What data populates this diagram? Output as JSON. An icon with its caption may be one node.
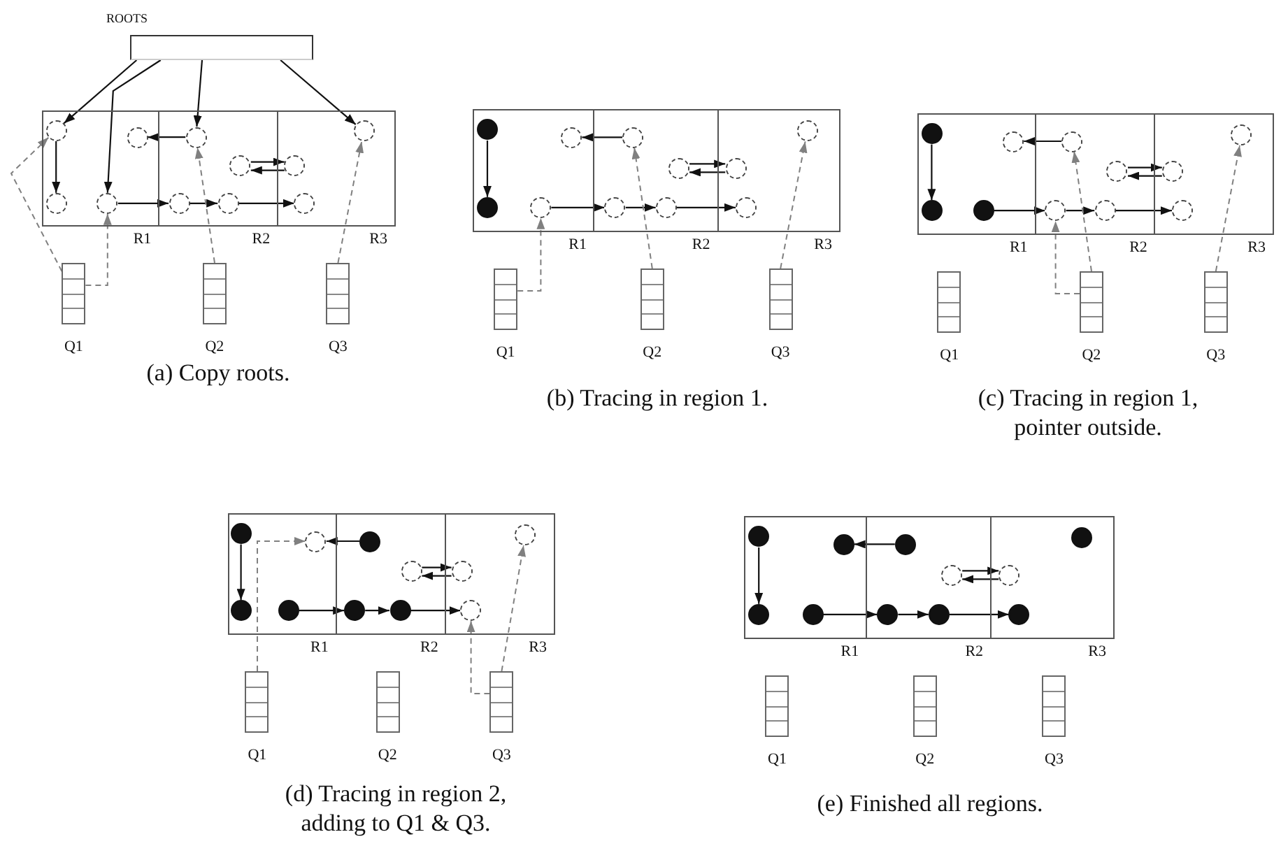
{
  "diagram": {
    "nodes": [
      {
        "text": [
          "ROOTS"
        ]
      },
      {
        "text": [
          "R1"
        ]
      },
      {
        "text": [
          "R2"
        ]
      },
      {
        "text": [
          "R3"
        ]
      },
      {
        "text": [],
        "shape": "circle",
        "in": 1
      },
      {
        "text": [],
        "shape": "circle",
        "in": 1
      },
      {
        "text": [],
        "shape": "circle",
        "in": 2
      },
      {
        "text": [],
        "shape": "circle",
        "in": 3
      },
      {
        "text": [],
        "shape": "circle",
        "in": 2
      },
      {
        "text": [],
        "shape": "circle",
        "in": 3
      },
      {
        "text": [],
        "shape": "circle",
        "in": 1
      },
      {
        "text": [],
        "shape": "circle",
        "in": 1
      },
      {
        "text": [],
        "shape": "circle",
        "in": 2
      },
      {
        "text": [],
        "shape": "circle",
        "in": 2
      },
      {
        "text": [],
        "shape": "circle",
        "in": 3
      },
      {
        "text": [
          "Q1"
        ]
      },
      {
        "text": [
          "Q2"
        ]
      },
      {
        "text": [
          "Q3"
        ]
      },
      {
        "text": [
          "R1"
        ]
      },
      {
        "text": [
          "R2"
        ]
      },
      {
        "text": [
          "R3"
        ]
      },
      {
        "text": [],
        "shape": "dot",
        "in": 18
      },
      {
        "text": [],
        "shape": "circle",
        "in": 18
      },
      {
        "text": [],
        "shape": "circle",
        "in": 19
      },
      {
        "text": [],
        "shape": "circle",
        "in": 20
      },
      {
        "text": [],
        "shape": "circle",
        "in": 19
      },
      {
        "text": [],
        "shape": "circle",
        "in": 20
      },
      {
        "text": [],
        "shape": "dot",
        "in": 18
      },
      {
        "text": [],
        "shape": "circle",
        "in": 18
      },
      {
        "text": [],
        "shape": "circle",
        "in": 19
      },
      {
        "text": [],
        "shape": "circle",
        "in": 19
      },
      {
        "text": [],
        "shape": "circle",
        "in": 20
      },
      {
        "text": [
          "Q1"
        ]
      },
      {
        "text": [
          "Q2"
        ]
      },
      {
        "text": [
          "Q3"
        ]
      },
      {
        "text": [
          "R1"
        ]
      },
      {
        "text": [
          "R2"
        ]
      },
      {
        "text": [
          "R3"
        ]
      },
      {
        "text": [],
        "shape": "dot",
        "in": 35
      },
      {
        "text": [],
        "shape": "circle",
        "in": 35
      },
      {
        "text": [],
        "shape": "circle",
        "in": 36
      },
      {
        "text": [],
        "shape": "circle",
        "in": 37
      },
      {
        "text": [],
        "shape": "circle",
        "in": 36
      },
      {
        "text": [],
        "shape": "circle",
        "in": 37
      },
      {
        "text": [],
        "shape": "dot",
        "in": 35
      },
      {
        "text": [],
        "shape": "dot",
        "in": 35
      },
      {
        "text": [],
        "shape": "circle",
        "in": 36
      },
      {
        "text": [],
        "shape": "circle",
        "in": 36
      },
      {
        "text": [],
        "shape": "circle",
        "in": 37
      },
      {
        "text": [
          "Q1"
        ]
      },
      {
        "text": [
          "Q2"
        ]
      },
      {
        "text": [
          "Q3"
        ]
      },
      {
        "text": [
          "R1"
        ]
      },
      {
        "text": [
          "R2"
        ]
      },
      {
        "text": [
          "R3"
        ]
      },
      {
        "text": [],
        "shape": "dot",
        "in": 52
      },
      {
        "text": [],
        "shape": "circle",
        "in": 52
      },
      {
        "text": [],
        "shape": "dot",
        "in": 53
      },
      {
        "text": [],
        "shape": "circle",
        "in": 54
      },
      {
        "text": [],
        "shape": "circle",
        "in": 53
      },
      {
        "text": [],
        "shape": "circle",
        "in": 54
      },
      {
        "text": [],
        "shape": "dot",
        "in": 52
      },
      {
        "text": [],
        "shape": "dot",
        "in": 52
      },
      {
        "text": [],
        "shape": "dot",
        "in": 53
      },
      {
        "text": [],
        "shape": "dot",
        "in": 53
      },
      {
        "text": [],
        "shape": "circle",
        "in": 54
      },
      {
        "text": [
          "Q1"
        ]
      },
      {
        "text": [
          "Q2"
        ]
      },
      {
        "text": [
          "Q3"
        ]
      },
      {
        "text": [
          "R1"
        ]
      },
      {
        "text": [
          "R2"
        ]
      },
      {
        "text": [
          "R3"
        ]
      },
      {
        "text": [],
        "shape": "dot",
        "in": 69
      },
      {
        "text": [],
        "shape": "dot",
        "in": 69
      },
      {
        "text": [],
        "shape": "dot",
        "in": 70
      },
      {
        "text": [],
        "shape": "dot",
        "in": 71
      },
      {
        "text": [],
        "shape": "circle",
        "in": 70
      },
      {
        "text": [],
        "shape": "circle",
        "in": 71
      },
      {
        "text": [],
        "shape": "dot",
        "in": 69
      },
      {
        "text": [],
        "shape": "dot",
        "in": 69
      },
      {
        "text": [],
        "shape": "dot",
        "in": 70
      },
      {
        "text": [],
        "shape": "dot",
        "in": 70
      },
      {
        "text": [],
        "shape": "dot",
        "in": 71
      },
      {
        "text": [
          "Q1"
        ]
      },
      {
        "text": [
          "Q2"
        ]
      },
      {
        "text": [
          "Q3"
        ]
      }
    ],
    "edges": [
      {
        "from": 0,
        "to": 4,
        "arrow": "to"
      },
      {
        "from": 0,
        "to": 11,
        "arrow": "to"
      },
      {
        "from": 0,
        "to": 6,
        "arrow": "to"
      },
      {
        "from": 0,
        "to": 7,
        "arrow": "to"
      },
      {
        "from": 4,
        "to": 10,
        "arrow": "to"
      },
      {
        "from": 11,
        "to": 12,
        "arrow": "to"
      },
      {
        "from": 12,
        "to": 13,
        "arrow": "to"
      },
      {
        "from": 13,
        "to": 14,
        "arrow": "to"
      },
      {
        "from": 6,
        "to": 5,
        "arrow": "to"
      },
      {
        "from": 8,
        "to": 9,
        "arrow": "to"
      },
      {
        "from": 9,
        "to": 8,
        "arrow": "to"
      },
      {
        "from": 15,
        "to": 4,
        "arrow": "to",
        "style": "dashed",
        "color": "#808080"
      },
      {
        "from": 15,
        "to": 11,
        "arrow": "to",
        "style": "dashed",
        "color": "#808080"
      },
      {
        "from": 16,
        "to": 6,
        "arrow": "to",
        "style": "dashed",
        "color": "#808080"
      },
      {
        "from": 17,
        "to": 7,
        "arrow": "to",
        "style": "dashed",
        "color": "#808080"
      },
      {
        "from": 21,
        "to": 27,
        "arrow": "to"
      },
      {
        "from": 28,
        "to": 29,
        "arrow": "to"
      },
      {
        "from": 29,
        "to": 30,
        "arrow": "to"
      },
      {
        "from": 30,
        "to": 31,
        "arrow": "to"
      },
      {
        "from": 23,
        "to": 22,
        "arrow": "to"
      },
      {
        "from": 25,
        "to": 26,
        "arrow": "to"
      },
      {
        "from": 26,
        "to": 25,
        "arrow": "to"
      },
      {
        "from": 32,
        "to": 28,
        "arrow": "to",
        "style": "dashed",
        "color": "#808080"
      },
      {
        "from": 33,
        "to": 23,
        "arrow": "to",
        "style": "dashed",
        "color": "#808080"
      },
      {
        "from": 34,
        "to": 24,
        "arrow": "to",
        "style": "dashed",
        "color": "#808080"
      },
      {
        "from": 38,
        "to": 44,
        "arrow": "to"
      },
      {
        "from": 45,
        "to": 46,
        "arrow": "to"
      },
      {
        "from": 46,
        "to": 47,
        "arrow": "to"
      },
      {
        "from": 47,
        "to": 48,
        "arrow": "to"
      },
      {
        "from": 40,
        "to": 39,
        "arrow": "to"
      },
      {
        "from": 42,
        "to": 43,
        "arrow": "to"
      },
      {
        "from": 43,
        "to": 42,
        "arrow": "to"
      },
      {
        "from": 50,
        "to": 40,
        "arrow": "to",
        "style": "dashed",
        "color": "#808080"
      },
      {
        "from": 50,
        "to": 46,
        "arrow": "to",
        "style": "dashed",
        "color": "#808080"
      },
      {
        "from": 51,
        "to": 41,
        "arrow": "to",
        "style": "dashed",
        "color": "#808080"
      },
      {
        "from": 55,
        "to": 61,
        "arrow": "to"
      },
      {
        "from": 62,
        "to": 63,
        "arrow": "to"
      },
      {
        "from": 63,
        "to": 64,
        "arrow": "to"
      },
      {
        "from": 64,
        "to": 65,
        "arrow": "to"
      },
      {
        "from": 57,
        "to": 56,
        "arrow": "to"
      },
      {
        "from": 59,
        "to": 60,
        "arrow": "to"
      },
      {
        "from": 60,
        "to": 59,
        "arrow": "to"
      },
      {
        "from": 66,
        "to": 56,
        "arrow": "to",
        "style": "dashed",
        "color": "#808080"
      },
      {
        "from": 68,
        "to": 58,
        "arrow": "to",
        "style": "dashed",
        "color": "#808080"
      },
      {
        "from": 68,
        "to": 65,
        "arrow": "to",
        "style": "dashed",
        "color": "#808080"
      },
      {
        "from": 72,
        "to": 78,
        "arrow": "to"
      },
      {
        "from": 79,
        "to": 80,
        "arrow": "to"
      },
      {
        "from": 80,
        "to": 81,
        "arrow": "to"
      },
      {
        "from": 81,
        "to": 82,
        "arrow": "to"
      },
      {
        "from": 74,
        "to": 73,
        "arrow": "to"
      },
      {
        "from": 76,
        "to": 77,
        "arrow": "to"
      },
      {
        "from": 77,
        "to": 76,
        "arrow": "to"
      }
    ],
    "labels": [
      "(a) Copy roots.",
      "(b) Tracing in region 1.",
      "(c) Tracing in region 1, pointer outside.",
      "(d) Tracing in region 2, adding to Q1 & Q3.",
      "(e) Finished all regions."
    ]
  }
}
